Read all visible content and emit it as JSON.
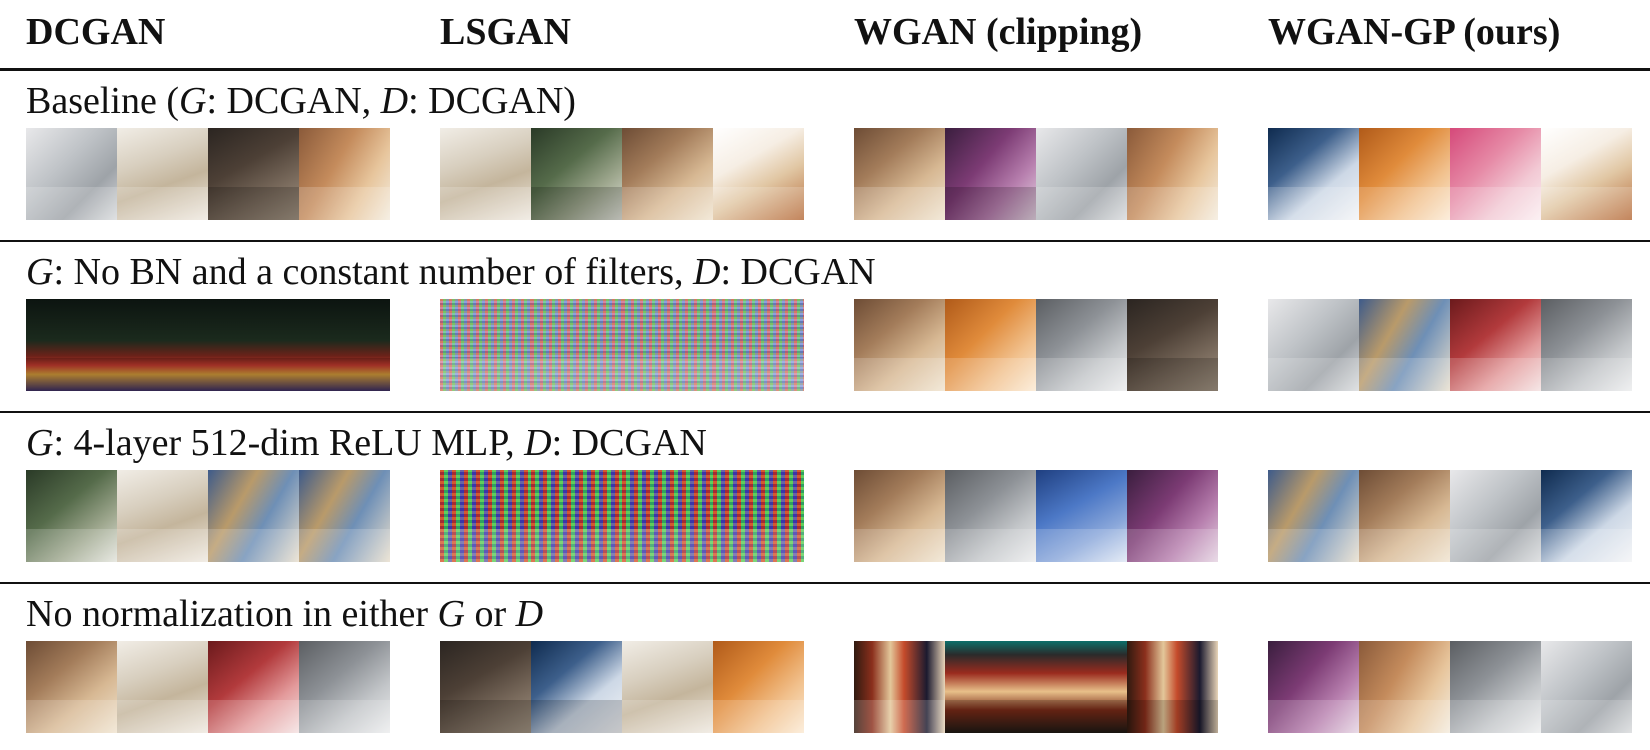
{
  "columns": [
    "DCGAN",
    "LSGAN",
    "WGAN (clipping)",
    "WGAN-GP (ours)"
  ],
  "rows": [
    {
      "title": {
        "pre": "Baseline (",
        "var1": "G",
        "mid": ": DCGAN, ",
        "var2": "D",
        "post": ": DCGAN)"
      }
    },
    {
      "title": {
        "pre": "",
        "var1": "G",
        "mid": ": No BN and a constant number of filters, ",
        "var2": "D",
        "post": ": DCGAN"
      }
    },
    {
      "title": {
        "pre": "",
        "var1": "G",
        "mid": ": 4-layer 512-dim ReLU MLP, ",
        "var2": "D",
        "post": ": DCGAN"
      }
    },
    {
      "title": {
        "pre": "No normalization in either ",
        "var1": "G",
        "mid": " or ",
        "var2": "D",
        "post": ""
      }
    }
  ]
}
